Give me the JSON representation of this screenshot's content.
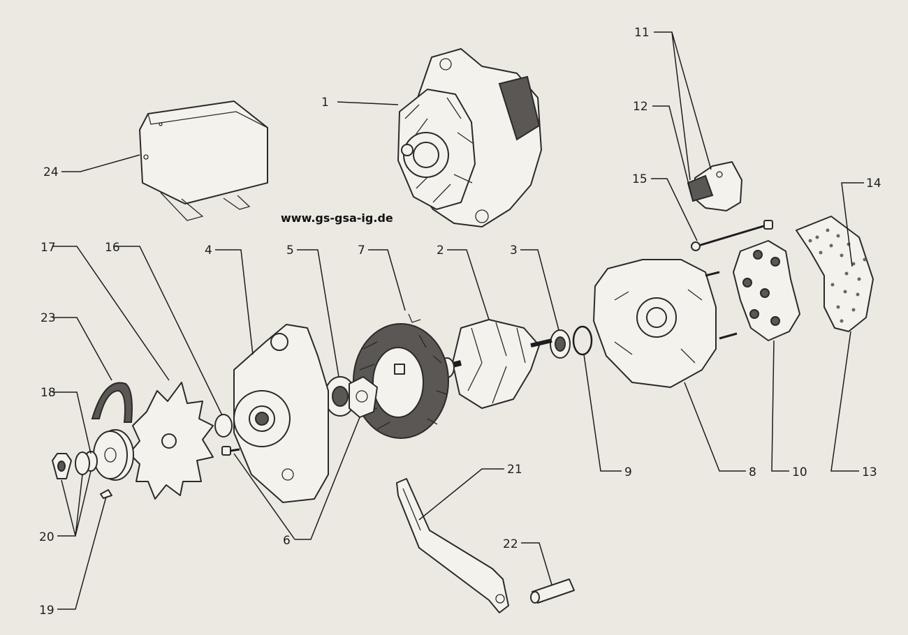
{
  "watermark": "www.gs-gsa-ig.de",
  "callouts": [
    "1",
    "2",
    "3",
    "4",
    "5",
    "6",
    "7",
    "8",
    "9",
    "10",
    "11",
    "12",
    "13",
    "14",
    "15",
    "16",
    "17",
    "18",
    "19",
    "20",
    "21",
    "22",
    "23",
    "24"
  ]
}
